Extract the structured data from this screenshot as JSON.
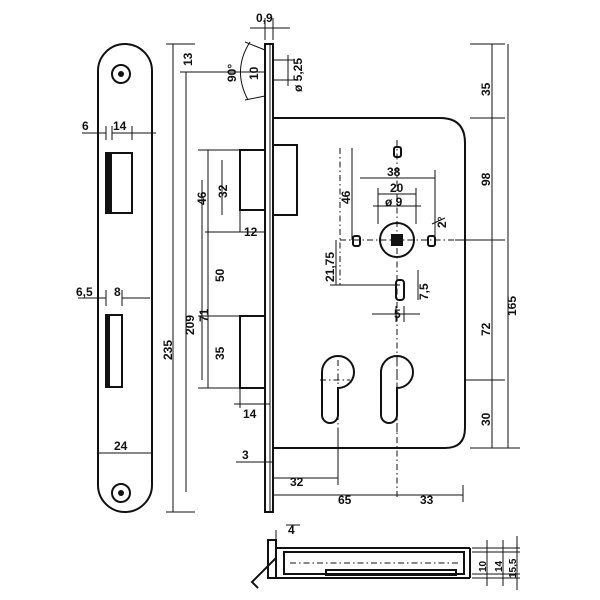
{
  "dimensions": {
    "d_0_9": "0,9",
    "d_13": "13",
    "d_90deg": "90°",
    "d_10_top": "10",
    "d_5_25": "ø 5,25",
    "d_35_right": "35",
    "d_6": "6",
    "d_14_face": "14",
    "d_98": "98",
    "d_38": "38",
    "d_20": "20",
    "d_9": "ø 9",
    "d_46_left": "46",
    "d_32_left": "32",
    "d_46_inner": "46",
    "d_2deg": "2°",
    "d_12": "12",
    "d_21_75": "21,75",
    "d_50": "50",
    "d_7_5": "7,5",
    "d_6_5": "6,5",
    "d_8": "8",
    "d_165": "165",
    "d_235": "235",
    "d_209": "209",
    "d_71": "71",
    "d_5": "5",
    "d_72": "72",
    "d_35_lower": "35",
    "d_14_lower": "14",
    "d_30": "30",
    "d_24": "24",
    "d_3": "3",
    "d_32_bottom": "32",
    "d_65": "65",
    "d_33": "33",
    "d_4": "4",
    "d_10_side": "10",
    "d_14_side": "14",
    "d_15_5": "15,5"
  }
}
